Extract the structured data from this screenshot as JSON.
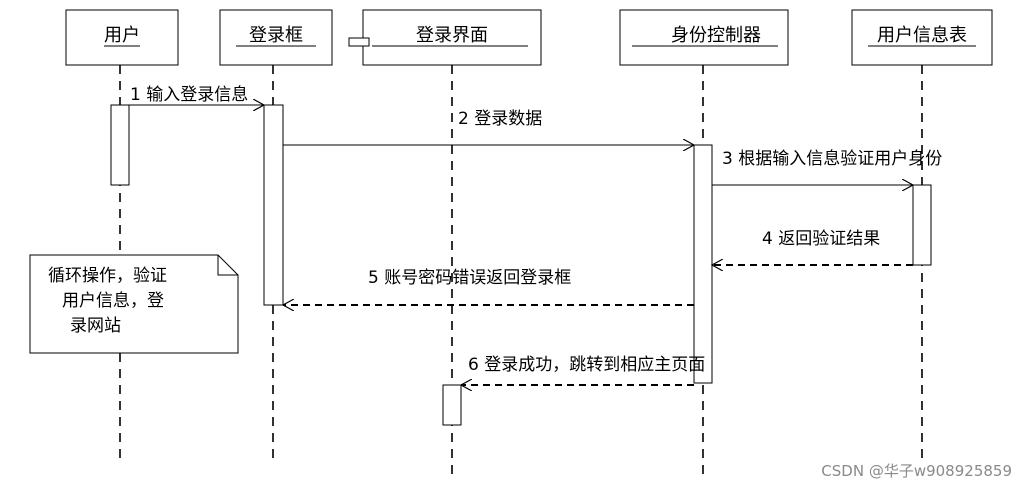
{
  "participants": [
    {
      "id": "user",
      "label": "用户"
    },
    {
      "id": "login_box",
      "label": "登录框"
    },
    {
      "id": "login_ui",
      "label": "登录界面"
    },
    {
      "id": "id_controller",
      "label": "身份控制器"
    },
    {
      "id": "user_table",
      "label": "用户信息表"
    }
  ],
  "messages": [
    {
      "id": "m1",
      "label": "1 输入登录信息"
    },
    {
      "id": "m2",
      "label": "2 登录数据"
    },
    {
      "id": "m3",
      "label": "3 根据输入信息验证用户身份"
    },
    {
      "id": "m4",
      "label": "4 返回验证结果"
    },
    {
      "id": "m5",
      "label": "5 账号密码错误返回登录框"
    },
    {
      "id": "m6",
      "label": "6 登录成功，跳转到相应主页面"
    }
  ],
  "note": {
    "lines": [
      "循环操作，验证",
      "用户信息，登",
      "录网站"
    ]
  },
  "watermark": "CSDN @华子w908925859"
}
